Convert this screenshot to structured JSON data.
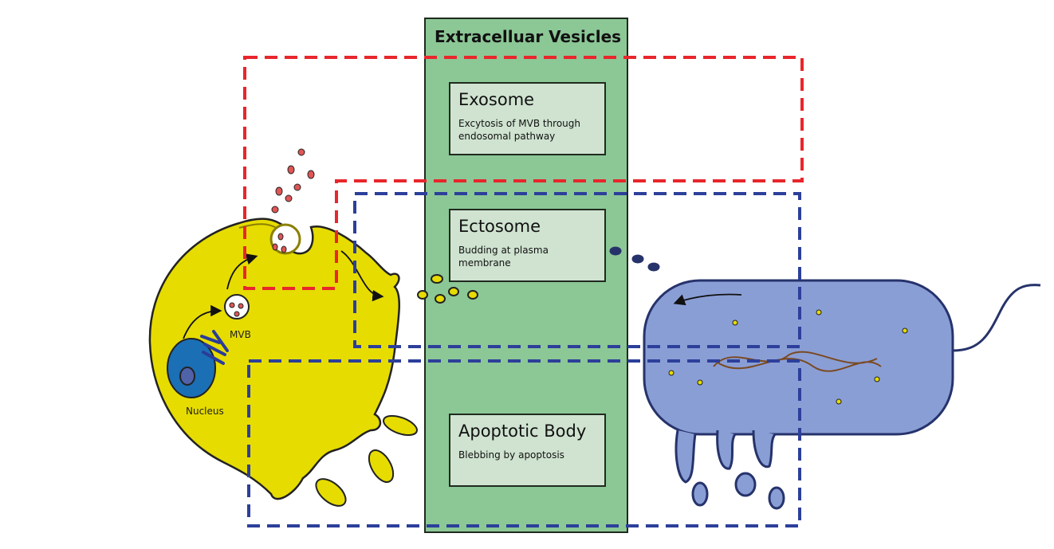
{
  "title": "Extracelluar Vesicles",
  "vesicles": [
    {
      "name": "Exosome",
      "description": "Excytosis of MVB through endosomal pathway"
    },
    {
      "name": "Ectosome",
      "description": "Budding at plasma membrane"
    },
    {
      "name": "Apoptotic Body",
      "description": "Blebbing by apoptosis"
    }
  ],
  "labels": {
    "mvb": "MVB",
    "nucleus": "Nucleus"
  },
  "colors": {
    "panel": "#8cc796",
    "box": "#cfe3d0",
    "red_dash": "#e8262b",
    "blue_dash": "#2c3f9a",
    "cell": "#e6dc00",
    "bacterium": "#8a9ed6"
  }
}
